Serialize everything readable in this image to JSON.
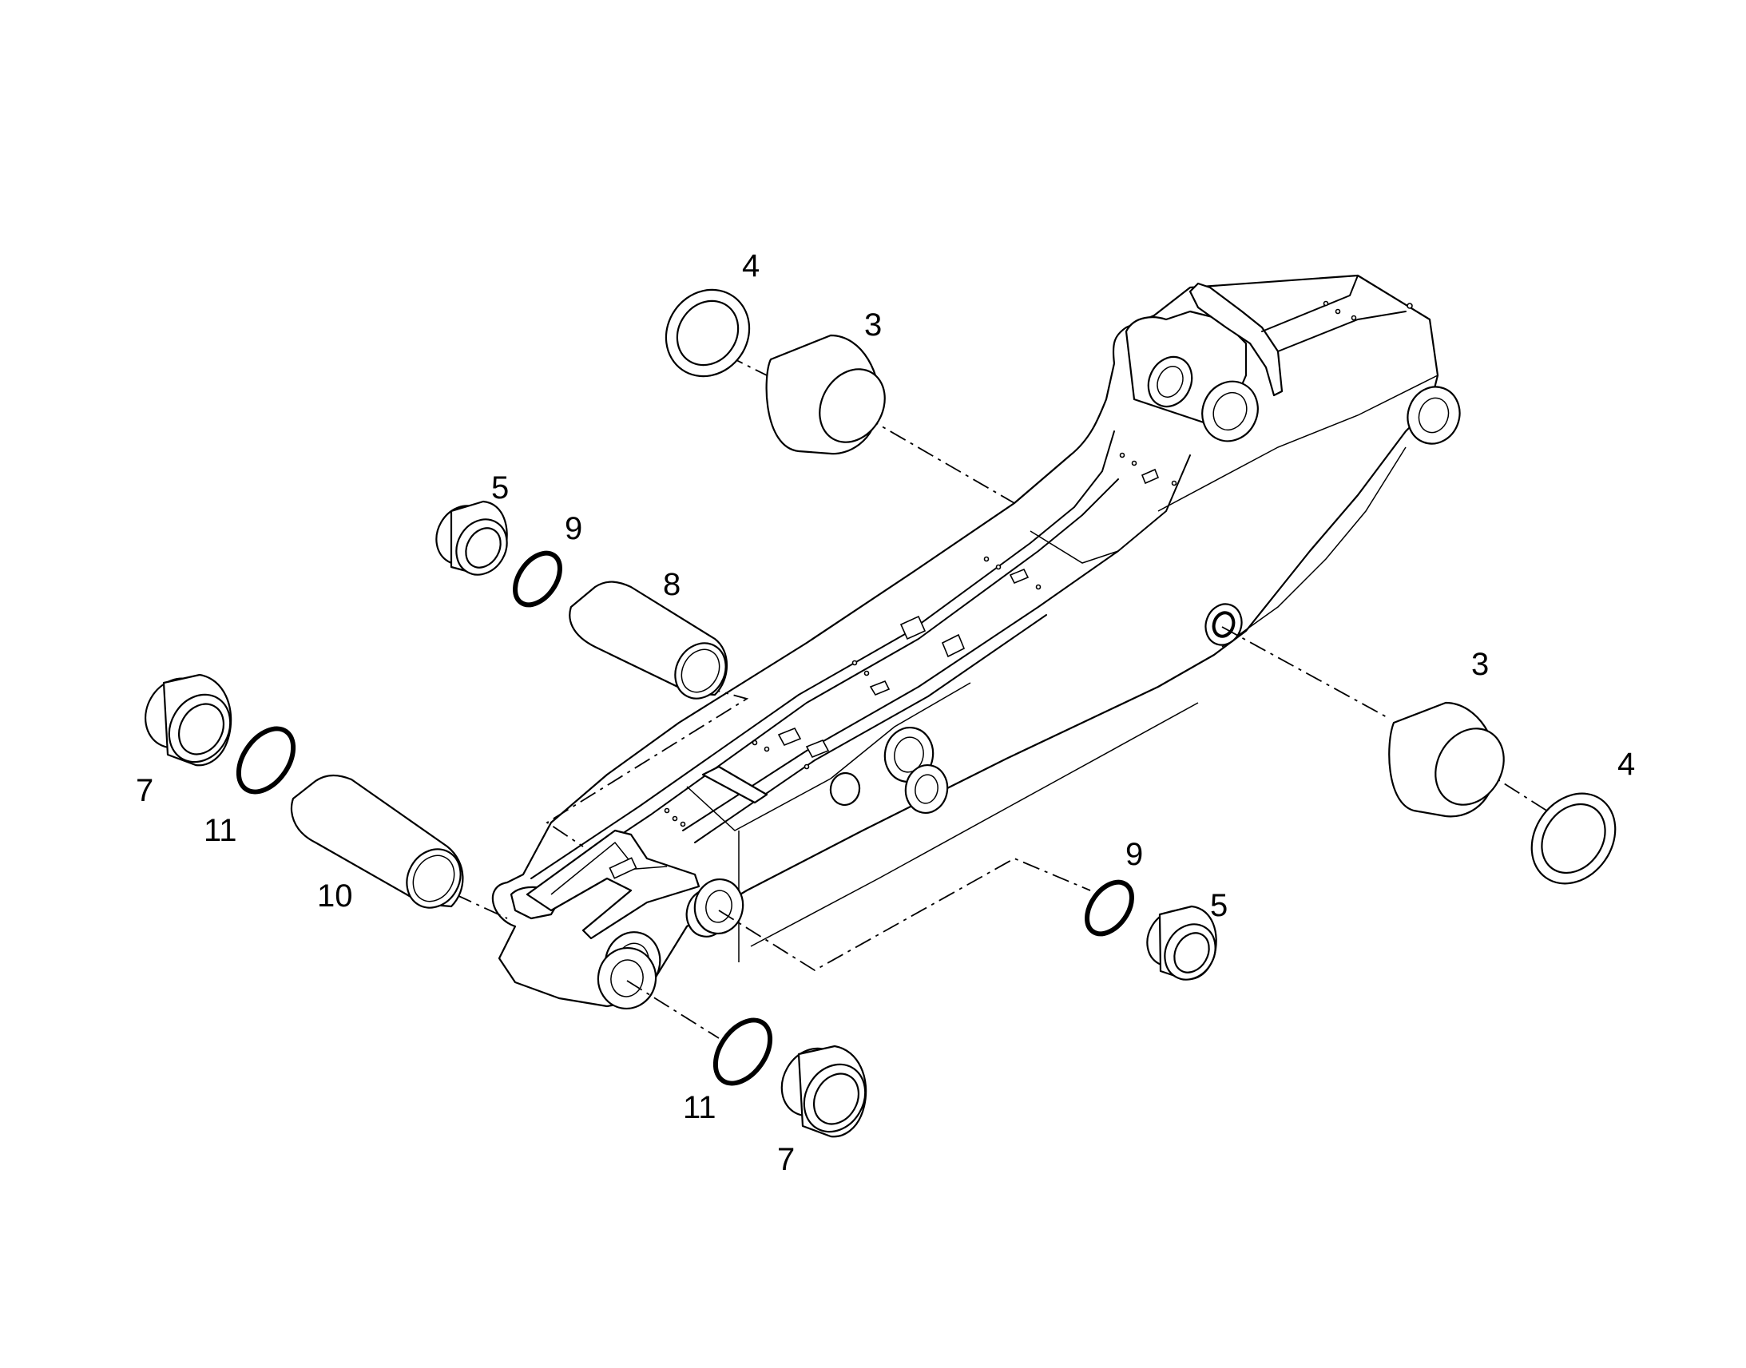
{
  "callouts": {
    "c_4_top": "4",
    "c_3_top": "3",
    "c_5_left": "5",
    "c_9_left": "9",
    "c_8": "8",
    "c_7_left": "7",
    "c_11_left": "11",
    "c_10": "10",
    "c_3_right": "3",
    "c_4_right": "4",
    "c_9_right": "9",
    "c_5_right": "5",
    "c_11_bottom": "11",
    "c_7_bottom": "7"
  }
}
